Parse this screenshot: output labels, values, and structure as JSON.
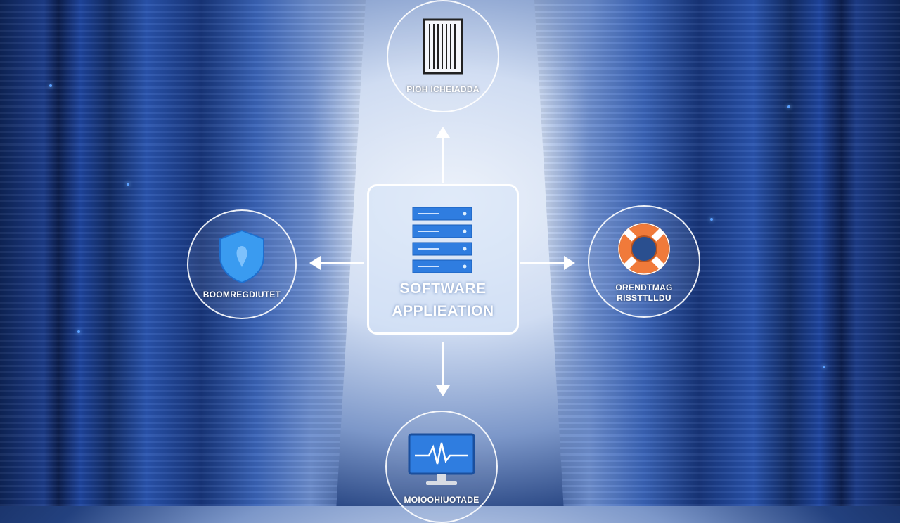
{
  "center": {
    "title_line1": "SOFTWARE",
    "title_line2": "APPLIEATION",
    "icon": "server-stack-icon"
  },
  "nodes": {
    "top": {
      "label": "PIOH ICHEIADDA",
      "icon": "document-icon"
    },
    "left": {
      "label": "BOOMREGDIUTET",
      "icon": "shield-icon"
    },
    "right": {
      "label_line1": "ORENDTMAG",
      "label_line2": "RISSTTLLDU",
      "icon": "lifebuoy-icon"
    },
    "bottom": {
      "label": "MOIOOHIUOTADE",
      "icon": "monitor-pulse-icon"
    }
  },
  "colors": {
    "accent": "#2f7de0",
    "lifebuoy": "#f07a3a",
    "outline": "#ffffff"
  }
}
